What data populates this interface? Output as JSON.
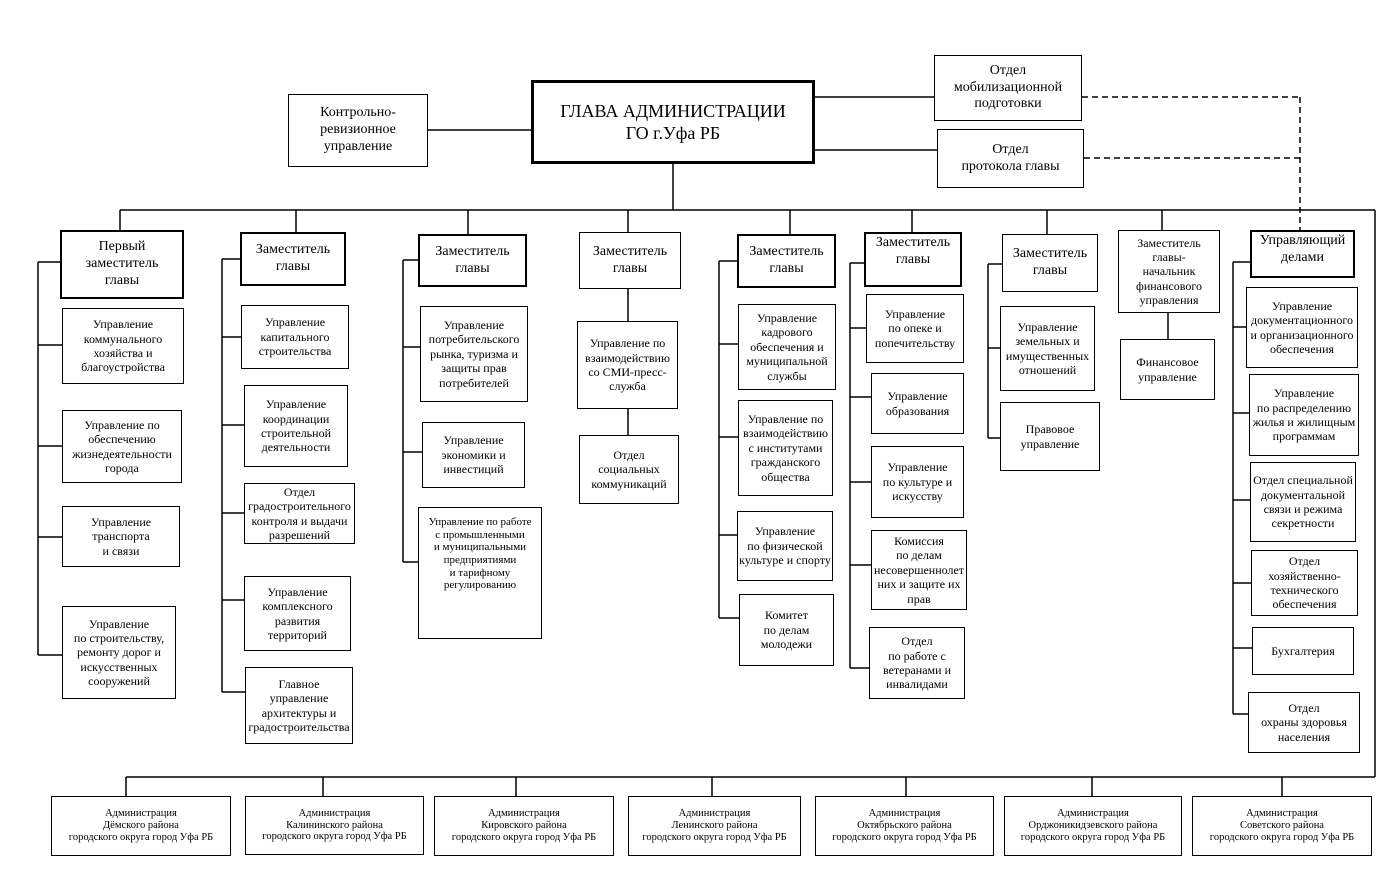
{
  "top": {
    "head": "ГЛАВА АДМИНИСТРАЦИИ\nГО г.Уфа РБ",
    "control": "Контрольно-\nревизионное\nуправление",
    "mobilization": "Отдел\nмобилизационной\nподготовки",
    "protocol": "Отдел\nпротокола главы"
  },
  "columns": [
    {
      "head": "Первый\nзаместитель\nглавы",
      "units": [
        "Управление\nкоммунального\nхозяйства и\nблагоустройства",
        "Управление по\nобеспечению\nжизнедеятельности\nгорода",
        "Управление\nтранспорта\nи связи",
        "Управление\nпо строительству,\nремонту дорог и\nискусственных\nсооружений"
      ]
    },
    {
      "head": "Заместитель\nглавы",
      "units": [
        "Управление\nкапитального\nстроительства",
        "Управление\nкоординации\nстроительной\nдеятельности",
        "Отдел\nградостроительного\nконтроля и выдачи\nразрешений",
        "Управление\nкомплексного\nразвития\nтерриторий",
        "Главное\nуправление\nархитектуры и\nградостроительства"
      ]
    },
    {
      "head": "Заместитель\nглавы",
      "units": [
        "Управление\nпотребительского\nрынка, туризма и\nзащиты прав\nпотребителей",
        "Управление\nэкономики и\nинвестиций",
        "Управление по работе\nс промышленными\nи муниципальными\nпредприятиями\nи тарифному\nрегулированию"
      ]
    },
    {
      "head": "Заместитель\nглавы",
      "units": [
        "Управление по\nвзаимодействию\nсо СМИ-пресс-\nслужба",
        "Отдел\nсоциальных\nкоммуникаций"
      ]
    },
    {
      "head": "Заместитель\nглавы",
      "units": [
        "Управление\nкадрового\nобеспечения и\nмуниципальной\nслужбы",
        "Управление по\nвзаимодействию\nс институтами\nгражданского\nобщества",
        "Управление\nпо физической\nкультуре и спорту",
        "Комитет\nпо делам\nмолодежи"
      ]
    },
    {
      "head": "Заместитель\nглавы",
      "units": [
        "Управление\nпо опеке и\nпопечительству",
        "Управление\nобразования",
        "Управление\nпо культуре и\nискусству",
        "Комиссия\nпо делам\nнесовершеннолет\nних и защите их\nправ",
        "Отдел\nпо работе с\nветеранами и\nинвалидами"
      ]
    },
    {
      "head": "Заместитель\nглавы",
      "units": [
        "Управление\nземельных и\nимущественных\nотношений",
        "Правовое\nуправление"
      ]
    },
    {
      "head": "Заместитель\nглавы-\nначальник\nфинансового\nуправления",
      "units": [
        "Финансовое\nуправление"
      ]
    },
    {
      "head": "Управляющий\nделами",
      "units": [
        "Управление\nдокументационного\nи организационного\nобеспечения",
        "Управление\nпо распределению\nжилья и жилищным\nпрограммам",
        "Отдел специальной\nдокументальной\nсвязи и режима\nсекретности",
        "Отдел\nхозяйственно-\nтехнического\nобеспечения",
        "Бухгалтерия",
        "Отдел\nохраны здоровья\nнаселения"
      ]
    }
  ],
  "districts": [
    "Администрация\nДёмского района\nгородского округа город Уфа РБ",
    "Администрация\nКалининского района\nгородского округа город Уфа РБ",
    "Администрация\nКировского района\nгородского округа город Уфа РБ",
    "Администрация\nЛенинского района\nгородского округа город Уфа РБ",
    "Администрация\nОктябрьского района\nгородского округа город Уфа РБ",
    "Администрация\nОрджоникидзевского района\nгородского округа город Уфа РБ",
    "Администрация\nСоветского района\nгородского округа город Уфа РБ"
  ]
}
